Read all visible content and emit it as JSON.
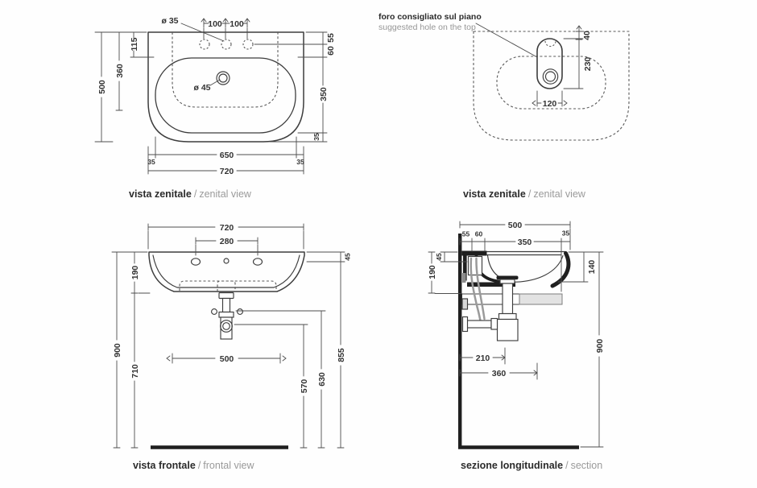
{
  "ui": {
    "slash": "/"
  },
  "annotation": {
    "it": "foro consigliato sul piano",
    "en": "suggested hole on the top"
  },
  "captions": {
    "zenital_sink": {
      "it": "vista zenitale",
      "en": "zenital view"
    },
    "zenital_hole": {
      "it": "vista zenitale",
      "en": "zenital view"
    },
    "frontal": {
      "it": "vista frontale",
      "en": "frontal view"
    },
    "section": {
      "it": "sezione longitudinale",
      "en": "section"
    }
  },
  "dims": {
    "zenital_sink": {
      "faucet_diameter": "ø 35",
      "pitch_left": "100",
      "pitch_right": "100",
      "depth_total": "500",
      "depth_basin": "360",
      "depth_holes": "115",
      "back_rim": "55",
      "holes_to_basin": "60",
      "basin_depth": "350",
      "front_margin": "35",
      "drain_diameter": "ø 45",
      "basin_width": "650",
      "margin_left": "35",
      "margin_right": "35",
      "width_total": "720"
    },
    "zenital_hole": {
      "edge_offset": "40",
      "length": "230",
      "width": "120"
    },
    "frontal": {
      "width_total": "720",
      "hole_pitch": "280",
      "body_height": "190",
      "clearance": "710",
      "height_total": "900",
      "rim_to_holes": "45",
      "rim_height": "855",
      "drain_height": "630",
      "trap_height": "570",
      "bracket_pitch": "500"
    },
    "section": {
      "depth_total": "500",
      "wall_gap": "55",
      "faucet_zone": "60",
      "basin_depth": "350",
      "front_lip": "35",
      "rim_to_holes": "45",
      "body_height": "190",
      "basin_inner": "140",
      "height_total": "900",
      "trap_offset": "210",
      "outlet_offset": "360"
    }
  }
}
